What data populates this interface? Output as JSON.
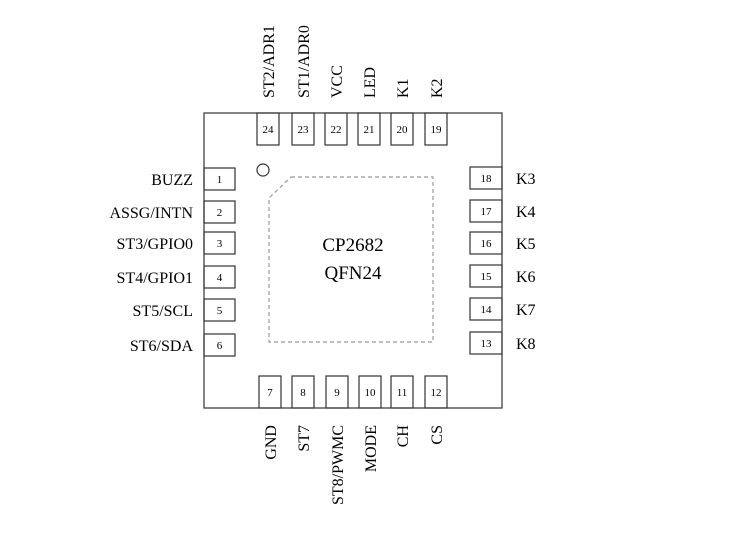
{
  "chip": {
    "part_number": "CP2682",
    "package": "QFN24"
  },
  "pins": {
    "left": [
      {
        "number": "1",
        "label": "BUZZ"
      },
      {
        "number": "2",
        "label": "ASSG/INTN"
      },
      {
        "number": "3",
        "label": "ST3/GPIO0"
      },
      {
        "number": "4",
        "label": "ST4/GPIO1"
      },
      {
        "number": "5",
        "label": "ST5/SCL"
      },
      {
        "number": "6",
        "label": "ST6/SDA"
      }
    ],
    "bottom": [
      {
        "number": "7",
        "label": "GND"
      },
      {
        "number": "8",
        "label": "ST7"
      },
      {
        "number": "9",
        "label": "ST8/PWMC"
      },
      {
        "number": "10",
        "label": "MODE"
      },
      {
        "number": "11",
        "label": "CH"
      },
      {
        "number": "12",
        "label": "CS"
      }
    ],
    "right": [
      {
        "number": "13",
        "label": "K8"
      },
      {
        "number": "14",
        "label": "K7"
      },
      {
        "number": "15",
        "label": "K6"
      },
      {
        "number": "16",
        "label": "K5"
      },
      {
        "number": "17",
        "label": "K4"
      },
      {
        "number": "18",
        "label": "K3"
      }
    ],
    "top": [
      {
        "number": "19",
        "label": "K2"
      },
      {
        "number": "20",
        "label": "K1"
      },
      {
        "number": "21",
        "label": "LED"
      },
      {
        "number": "22",
        "label": "VCC"
      },
      {
        "number": "23",
        "label": "ST1/ADR0"
      },
      {
        "number": "24",
        "label": "ST2/ADR1"
      }
    ]
  }
}
